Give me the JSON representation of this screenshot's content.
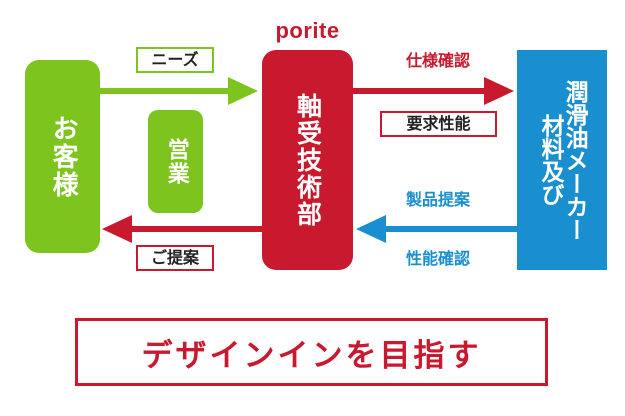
{
  "colors": {
    "green": "#7dc41e",
    "red": "#c8192e",
    "blue": "#1a8fcf"
  },
  "logo": "porite",
  "nodes": {
    "customer": "お客様",
    "sales": "営業",
    "engineering": "軸受技術部",
    "maker": [
      "材料及び",
      "潤滑油メーカー"
    ]
  },
  "flows": {
    "needs": "ニーズ",
    "proposal": "ご提案",
    "spec_check": "仕様確認",
    "requirements": "要求性能",
    "product_proposal": "製品提案",
    "performance_check": "性能確認"
  },
  "goal": "デザインインを目指す"
}
